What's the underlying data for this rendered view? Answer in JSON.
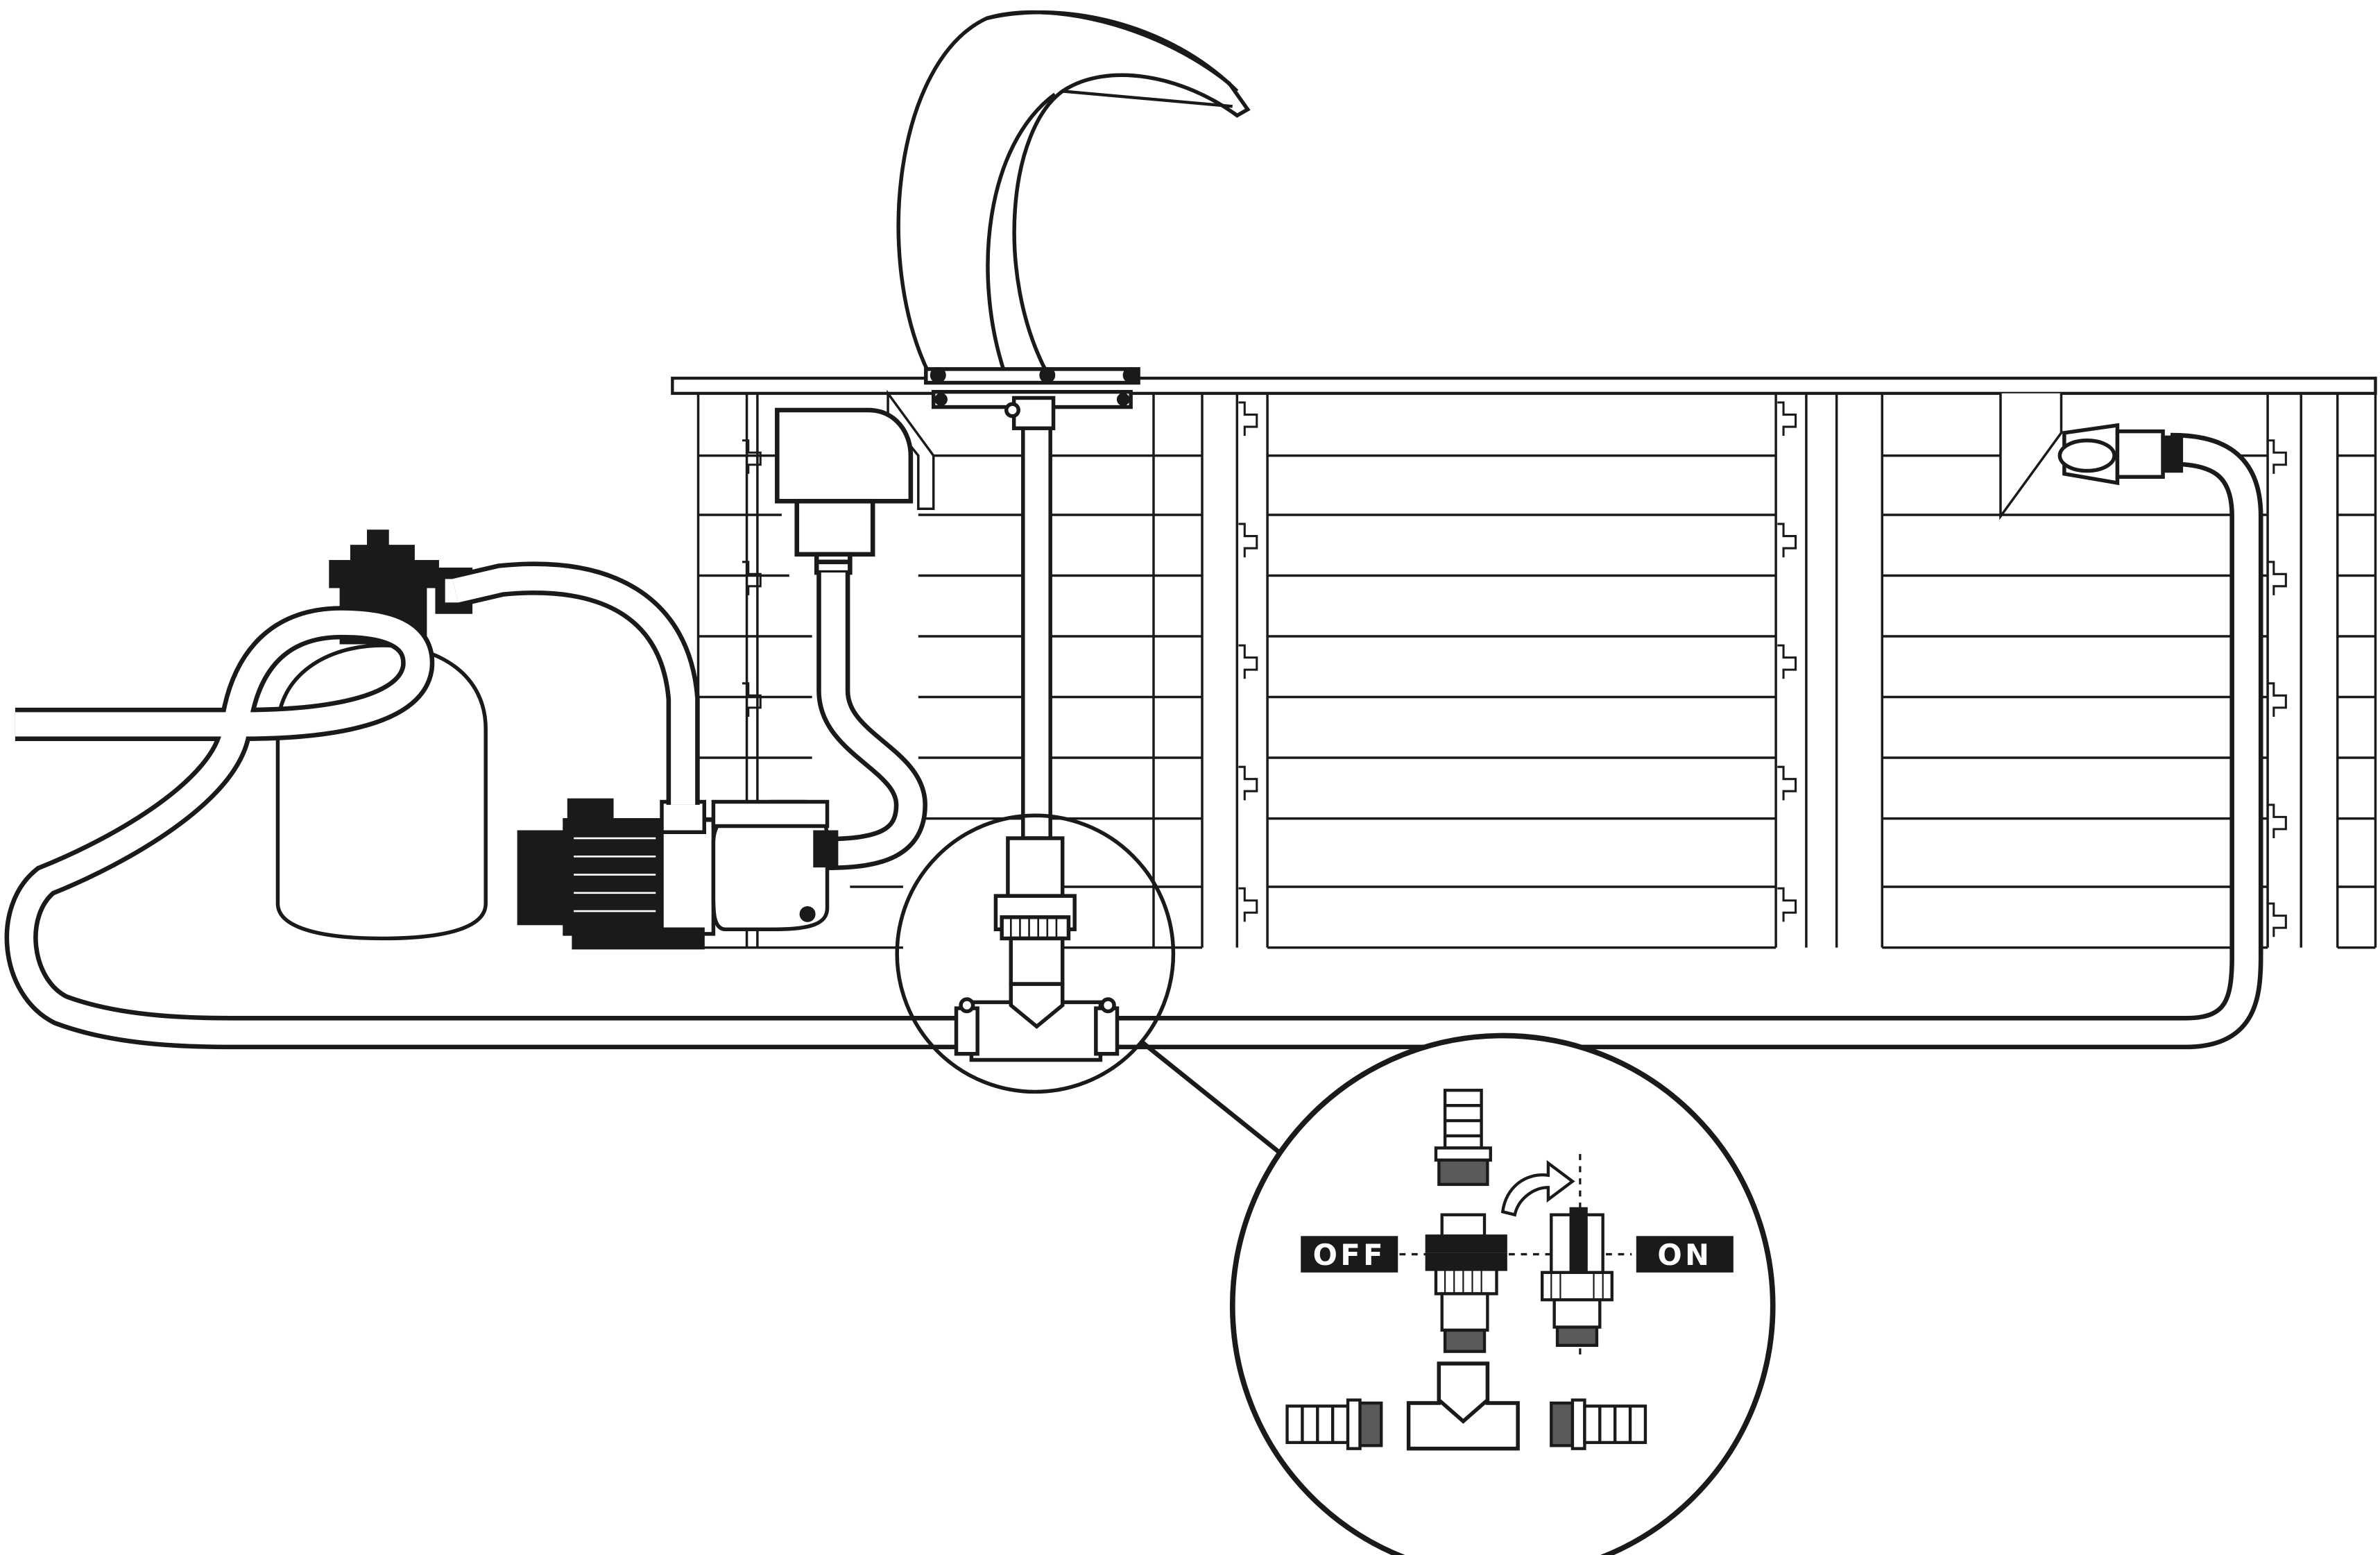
{
  "labels": {
    "off": "OFF",
    "on": "ON"
  },
  "colors": {
    "line": "#1a1a1a",
    "fill": "#ffffff",
    "dark": "#1a1a1a",
    "label_bg": "#1a1a1a",
    "label_text": "#ffffff"
  },
  "components": [
    "sand-filter",
    "multiport-valve",
    "pump-motor",
    "pump-strainer",
    "skimmer",
    "waterfall-spout",
    "return-inlet",
    "tee-fitting",
    "ball-valve",
    "hose-adapter"
  ]
}
